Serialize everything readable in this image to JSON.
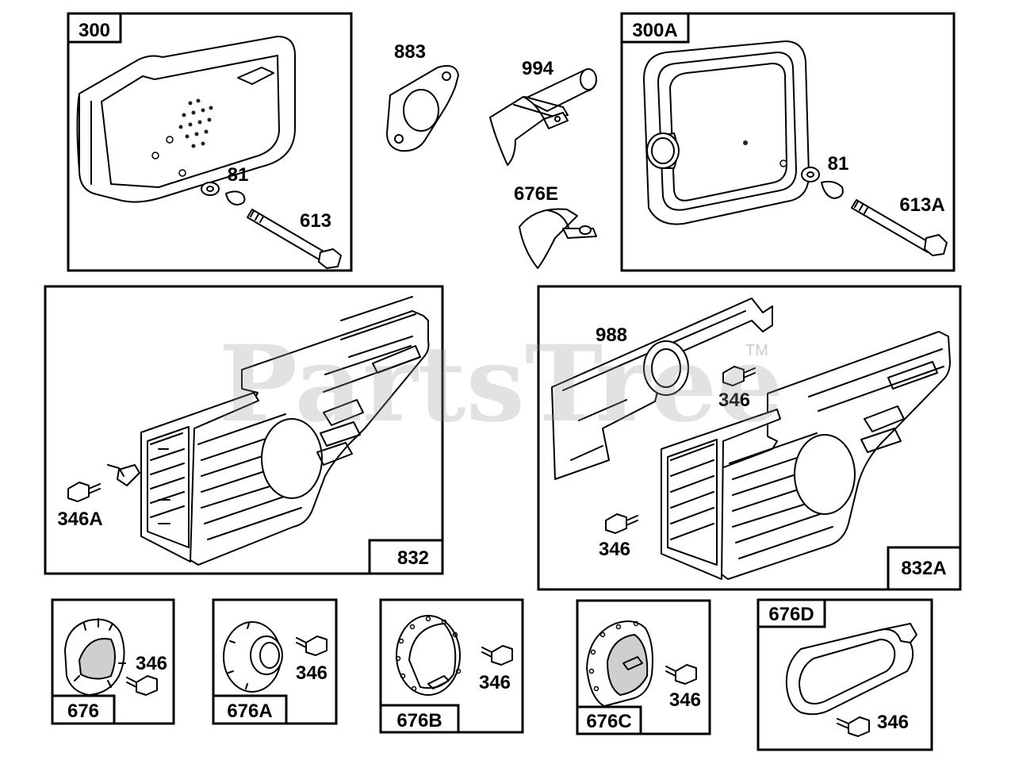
{
  "watermark": {
    "text": "PartsTree",
    "trademark": "TM"
  },
  "panels": {
    "muffler_300": {
      "tag": "300",
      "callouts": [
        "81",
        "613"
      ]
    },
    "muffler_300a": {
      "tag": "300A",
      "callouts": [
        "81",
        "613A"
      ]
    },
    "loose_parts": {
      "gasket": "883",
      "deflector": "994",
      "clamp": "676E"
    },
    "guard_832": {
      "tag": "832",
      "callouts": [
        "346A"
      ]
    },
    "guard_832a": {
      "tag": "832A",
      "callouts": [
        "988",
        "346",
        "346"
      ]
    },
    "shield_676": {
      "tag": "676",
      "callouts": [
        "346"
      ]
    },
    "shield_676a": {
      "tag": "676A",
      "callouts": [
        "346"
      ]
    },
    "shield_676b": {
      "tag": "676B",
      "callouts": [
        "346"
      ]
    },
    "shield_676c": {
      "tag": "676C",
      "callouts": [
        "346"
      ]
    },
    "shield_676d": {
      "tag": "676D",
      "callouts": [
        "346"
      ]
    }
  }
}
